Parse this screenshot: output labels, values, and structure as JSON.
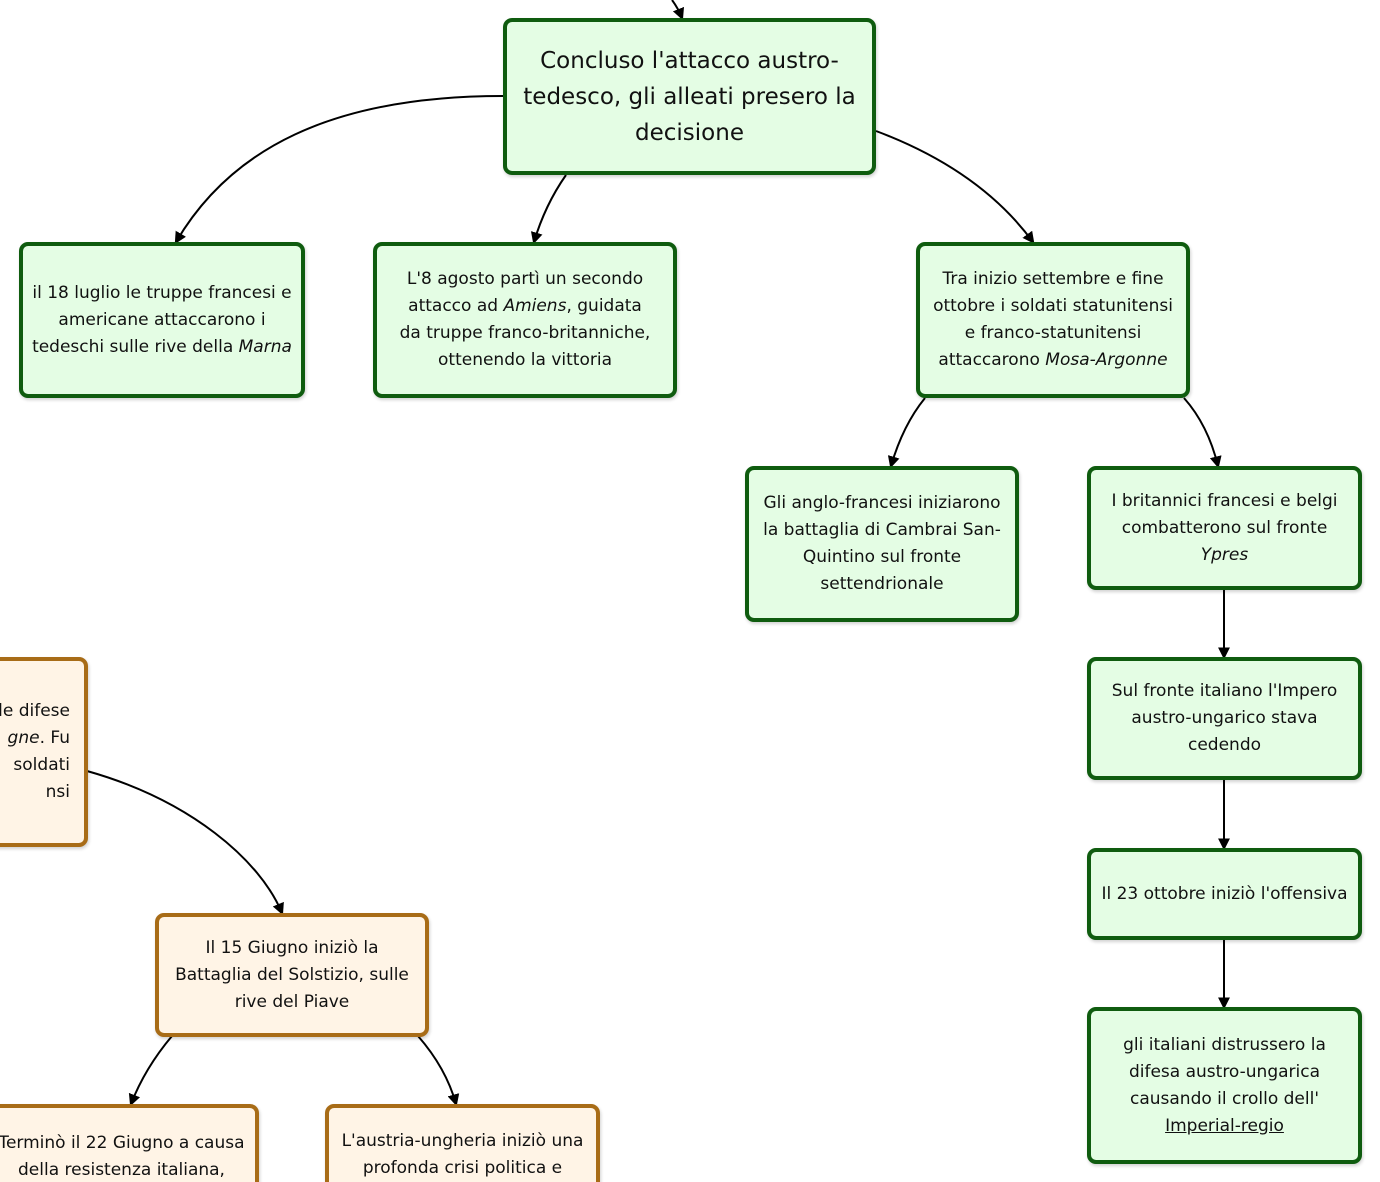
{
  "nodes": {
    "root": "Concluso l'attacco austro-tedesco, gli alleati presero la decisione",
    "marna": {
      "text": "il 18 luglio le truppe francesi e americane attaccarono i tedeschi sulle rive della ",
      "em": "Marna"
    },
    "amiens": {
      "pre": "L'8 agosto partì un secondo attacco ad ",
      "em": "Amiens",
      "post": ", guidata da truppe franco-britanniche, ottenendo la vittoria"
    },
    "mosa": {
      "text": "Tra inizio settembre e fine ottobre i soldati statunitensi e franco-statunitensi attaccarono ",
      "em": "Mosa-Argonne"
    },
    "cambrai": "Gli anglo-francesi iniziarono la battaglia di Cambrai San-Quintino sul fronte settendrionale",
    "ypres": {
      "text": "I britannici francesi e belgi combatterono sul fronte ",
      "em": "Ypres"
    },
    "italiano": "Sul fronte italiano l'Impero austro-ungarico stava cedendo",
    "ottobre": "Il 23 ottobre iniziò l'offensiva",
    "imperial": {
      "text": "gli italiani distrussero la difesa austro-ungarica causando il crollo dell' ",
      "link": "Imperial-regio"
    },
    "difese": {
      "l1": "le difese",
      "l2em": "gne",
      "l2": ". Fu",
      "l3": "soldati",
      "l4": "nsi"
    },
    "solstizio": "Il 15 Giugno iniziò la Battaglia del Solstizio, sulle rive del Piave",
    "termino": "Terminò il 22 Giugno a causa della resistenza italiana,",
    "austria": "L'austria-ungheria iniziò una profonda crisi politica e"
  },
  "colors": {
    "green_fill": "#e4fde4",
    "green_border": "#0f5c0f",
    "orange_fill": "#fff4e6",
    "orange_border": "#a86c17",
    "edge": "#000000"
  }
}
